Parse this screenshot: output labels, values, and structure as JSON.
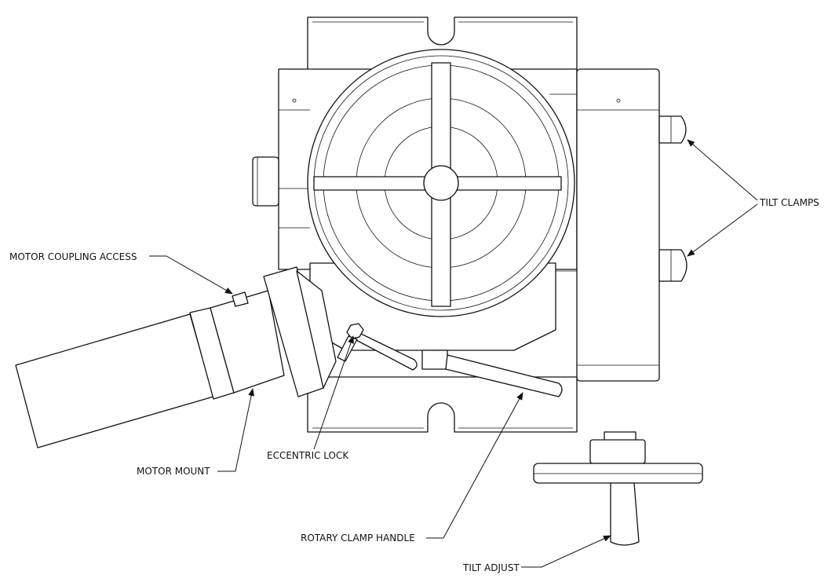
{
  "diagram": {
    "labels": {
      "motor_coupling_access": "MOTOR COUPLING ACCESS",
      "tilt_clamps": "TILT CLAMPS",
      "motor_mount": "MOTOR MOUNT",
      "eccentric_lock": "ECCENTRIC LOCK",
      "rotary_clamp_handle": "ROTARY CLAMP HANDLE",
      "tilt_adjust": "TILT ADJUST"
    }
  }
}
